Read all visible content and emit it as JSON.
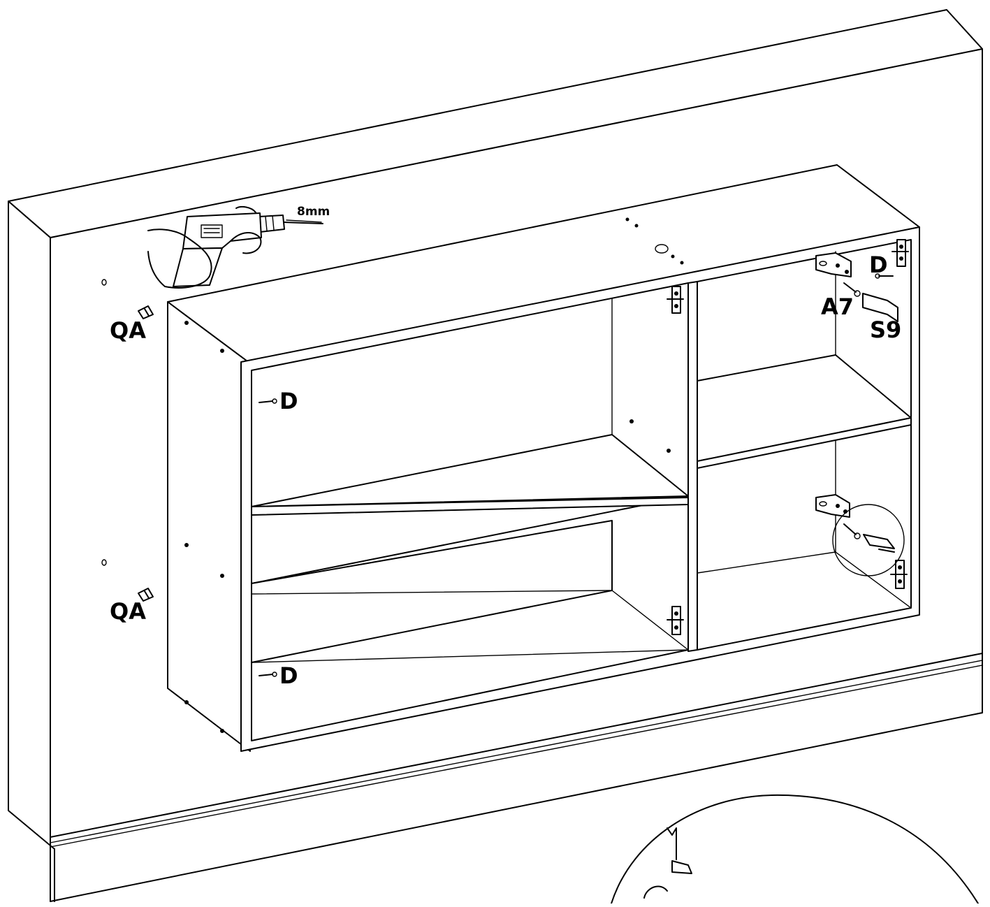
{
  "labels": {
    "drill_size": "8mm",
    "wall_plug_top": "QA",
    "wall_plug_bottom": "QA",
    "screw_left_top": "D",
    "screw_left_bottom": "D",
    "screw_right_top": "D",
    "bracket_screw": "A7",
    "bracket": "S9"
  },
  "colors": {
    "line": "#000000",
    "background": "#ffffff"
  },
  "icons": [
    "drill-icon",
    "wall-plug-icon",
    "screw-icon",
    "hinge-icon",
    "bracket-icon",
    "detail-circle-icon"
  ]
}
